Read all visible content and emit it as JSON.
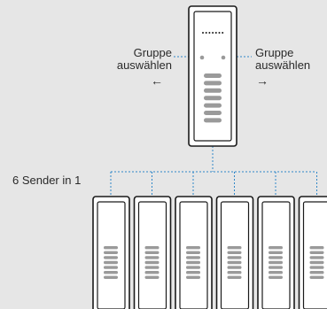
{
  "labels": {
    "left_group": [
      "Gruppe",
      "auswählen"
    ],
    "right_group": [
      "Gruppe",
      "auswählen"
    ],
    "count": "6 Sender in 1"
  },
  "icons": {
    "left_arrow": "←",
    "right_arrow": "→"
  },
  "colors": {
    "background": "#e6e6e6",
    "device_body": "#ffffff",
    "device_outline": "#1a1a1a",
    "buttons": "#9a9a9a",
    "connector": "#2e86c8"
  },
  "main_device": {
    "display_dots": 7,
    "indicator_dots": 2,
    "button_count": 7
  },
  "transmitters": {
    "count": 6,
    "button_count": 7
  }
}
